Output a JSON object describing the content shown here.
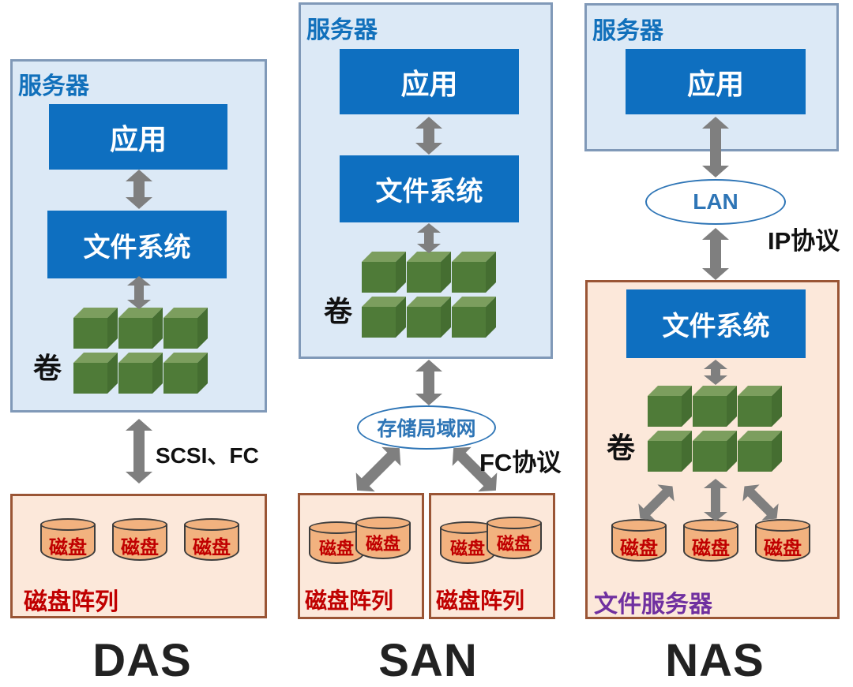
{
  "shared": {
    "server": "服务器",
    "app": "应用",
    "file_system": "文件系统",
    "volume": "卷",
    "disk": "磁盘",
    "disk_array": "磁盘阵列"
  },
  "das": {
    "title": "DAS",
    "protocol": "SCSI、FC"
  },
  "san": {
    "title": "SAN",
    "network": "存储局域网",
    "protocol": "FC协议"
  },
  "nas": {
    "title": "NAS",
    "network": "LAN",
    "protocol": "IP协议",
    "file_server": "文件服务器"
  },
  "colors": {
    "blue_box": "#0e6fc0",
    "server_fill": "#dce9f6",
    "server_border": "#8099b8",
    "server_text": "#1170bb",
    "orange_fill": "#fce8da",
    "orange_border": "#9a5535",
    "disk_fill": "#f2b27f",
    "red_text": "#c00000",
    "purple_text": "#7030a0",
    "ellipse_blue": "#2e75b6",
    "arrow_gray": "#7f7f7f",
    "cube_front": "#4f7b38",
    "cube_top": "#7c9e5e",
    "cube_right": "#456e31",
    "title_text": "#222222"
  }
}
